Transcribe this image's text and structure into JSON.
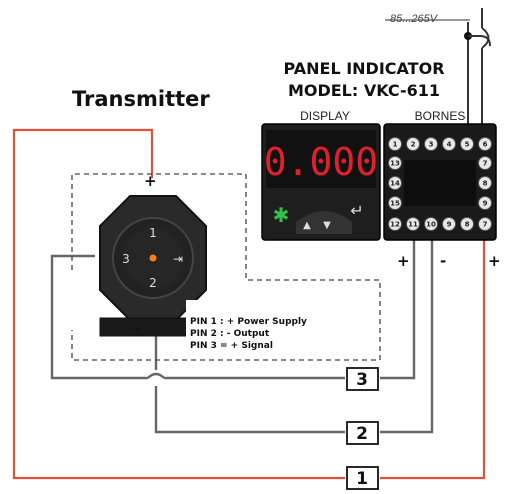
{
  "title": "Transmitter",
  "panel": {
    "line1": "PANEL INDICATOR",
    "line2": "MODEL: VKC-611",
    "display_label": "DISPLAY",
    "bornes_label": "BORNES",
    "readout": "0.000",
    "supply_voltage": "85...265V"
  },
  "terminals": {
    "top": [
      "1",
      "2",
      "3",
      "4",
      "5",
      "6"
    ],
    "left": [
      "13",
      "14",
      "15"
    ],
    "right": [
      "7",
      "8",
      "9"
    ],
    "bottom": [
      "12",
      "11",
      "10",
      "9",
      "8",
      "7"
    ]
  },
  "transmitter_pins": {
    "top": "1",
    "left": "3",
    "bottom": "2"
  },
  "polarity": {
    "transmitter_plus": "+",
    "transmitter_minus": "-",
    "bornes_plus_left": "+",
    "bornes_minus": "-",
    "bornes_plus_right": "+"
  },
  "pin_notes": [
    "PIN 1 : + Power Supply",
    "PIN 2 : - Output",
    "PIN 3 = + Signal"
  ],
  "wire_labels": [
    "3",
    "2",
    "1"
  ],
  "colors": {
    "power_wire": "#e0503a",
    "signal_wire": "#555555",
    "display_red": "#e0202a",
    "key_green": "#35c04a"
  }
}
